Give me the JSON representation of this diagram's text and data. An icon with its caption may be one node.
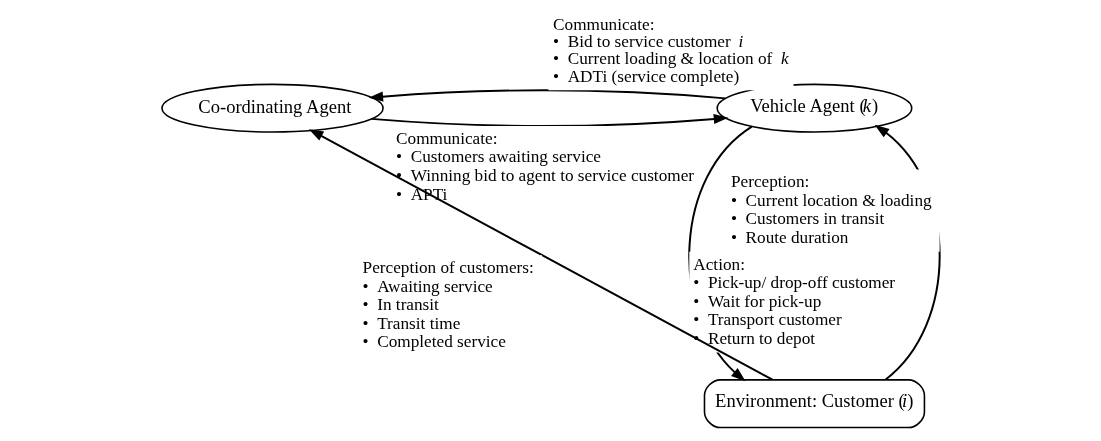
{
  "diagram": {
    "nodes": [
      {
        "text": [
          "Co-ordinating Agent"
        ]
      },
      {
        "text": [
          "Vehicle Agent (*k*)"
        ]
      },
      {
        "text": [
          "Environment: Customer (*i*)"
        ]
      }
    ],
    "edges": [
      {
        "from": 0,
        "to": 1,
        "arrow": "to",
        "label": "Communicate: • Customers awaiting service • Winning bid to agent to service customer • APTi"
      },
      {
        "from": 1,
        "to": 0,
        "arrow": "to",
        "label": "Communicate: • Bid to service customer *i* • Current loading & location of *k* • ADTi (service complete)"
      },
      {
        "from": 2,
        "to": 0,
        "arrow": "to",
        "label": "Perception of customers: • Awaiting service • In transit • Transit time • Completed service"
      },
      {
        "from": 1,
        "to": 2,
        "arrow": "to",
        "label": "Action: • Pick-up/ drop-off customer • Wait for pick-up • Transport customer • Return to depot"
      },
      {
        "from": 2,
        "to": 1,
        "arrow": "to",
        "label": "Perception: • Current location & loading • Customers in transit • Route duration"
      }
    ]
  }
}
